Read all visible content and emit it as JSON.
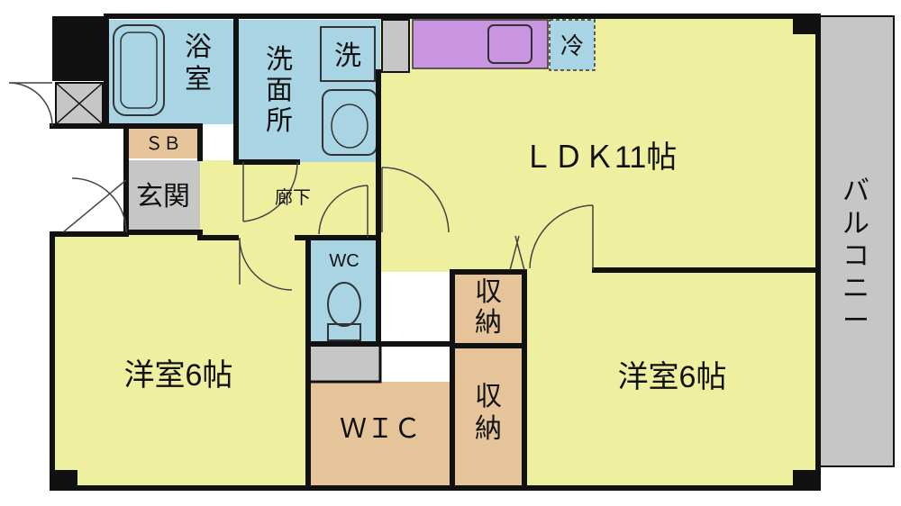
{
  "floorplan": {
    "rooms": {
      "ldk": "ＬＤＫ11帖",
      "western_left": "洋室6帖",
      "western_right": "洋室6帖",
      "bath": [
        "浴",
        "室"
      ],
      "washroom": [
        "洗",
        "面",
        "所"
      ],
      "washer": "洗",
      "fridge": "冷",
      "sb": "ＳＢ",
      "entrance": "玄関",
      "hallway": "廊下",
      "wc": "WC",
      "wic": "ＷＩＣ",
      "storage_upper": [
        "収",
        "納"
      ],
      "storage_lower": [
        "収",
        "納"
      ],
      "balcony": [
        "バ",
        "ル",
        "コ",
        "ニ",
        "ー"
      ]
    },
    "colors": {
      "room": "#eef0a0",
      "wet_area": "#a9d4e4",
      "closet": "#e6c49a",
      "kitchen": "#c994e0",
      "balcony": "#c6c6c6",
      "wall": "#111111"
    }
  }
}
